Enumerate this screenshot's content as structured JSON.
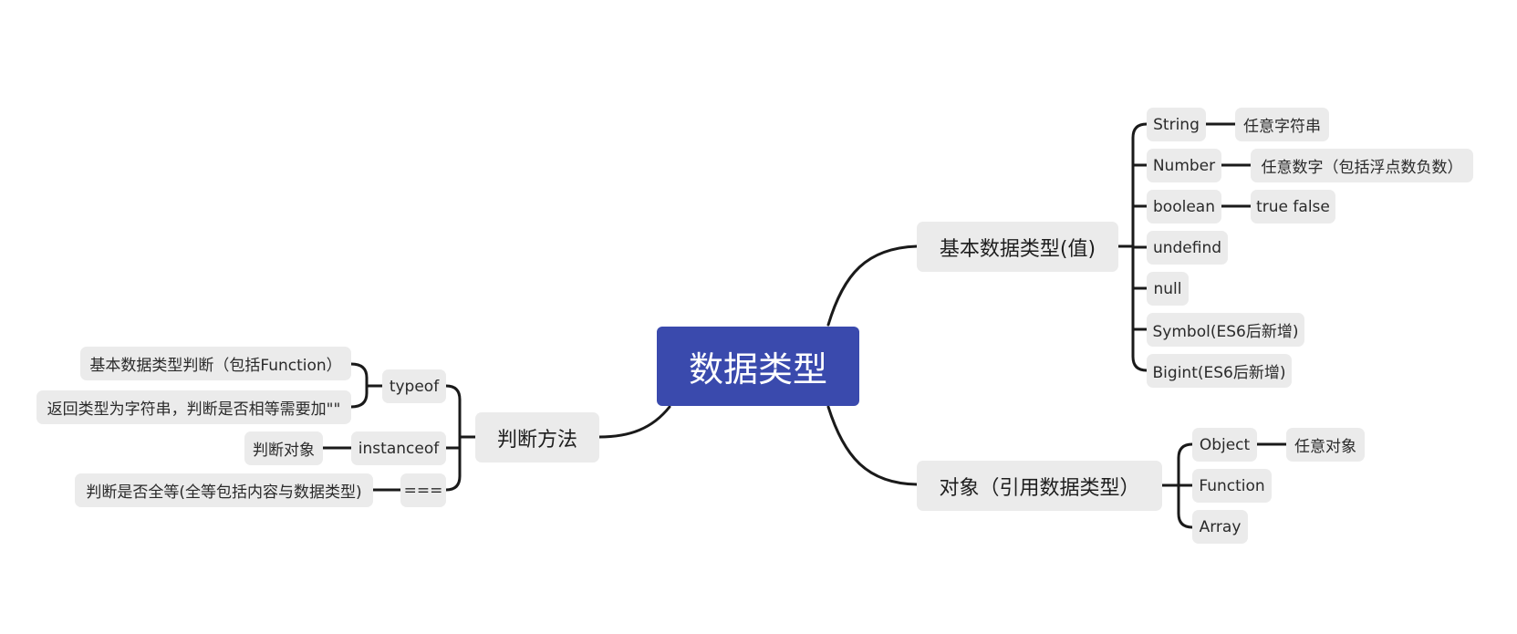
{
  "central": {
    "label": "数据类型"
  },
  "branches": {
    "basic_types": {
      "label": "基本数据类型(值)",
      "items": {
        "string": {
          "label": "String",
          "detail": "任意字符串"
        },
        "number": {
          "label": "Number",
          "detail": "任意数字（包括浮点数负数）"
        },
        "boolean": {
          "label": "boolean",
          "detail": "true false"
        },
        "undefind": {
          "label": "undefind"
        },
        "null": {
          "label": "null"
        },
        "symbol": {
          "label": "Symbol(ES6后新增)"
        },
        "bigint": {
          "label": "Bigint(ES6后新增)"
        }
      }
    },
    "object_types": {
      "label": "对象（引用数据类型）",
      "items": {
        "object": {
          "label": "Object",
          "detail": "任意对象"
        },
        "function": {
          "label": "Function"
        },
        "array": {
          "label": "Array"
        }
      }
    },
    "methods": {
      "label": "判断方法",
      "items": {
        "typeof": {
          "label": "typeof",
          "notes": [
            "基本数据类型判断（包括Function）",
            "返回类型为字符串，判断是否相等需要加\"\""
          ]
        },
        "instanceof": {
          "label": "instanceof",
          "detail": "判断对象"
        },
        "strict_equal": {
          "label": "===",
          "detail": "判断是否全等(全等包括内容与数据类型)"
        }
      }
    }
  },
  "colors": {
    "central_fill": "#3a4aad",
    "node_fill": "#ebebeb",
    "line": "#1a1a1a"
  }
}
